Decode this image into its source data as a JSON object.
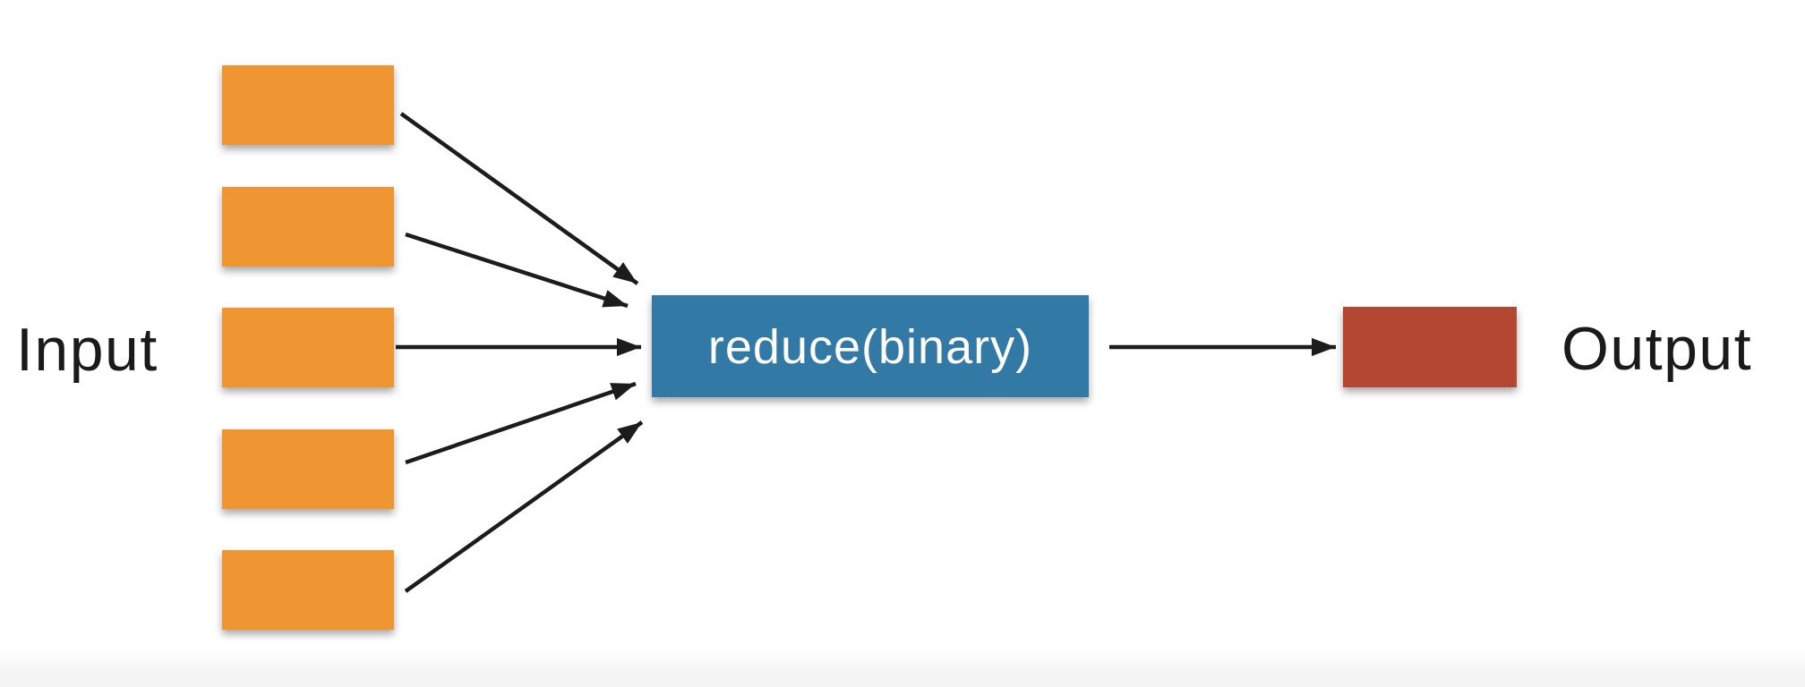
{
  "diagram": {
    "input_label": "Input",
    "process_label": "reduce(binary)",
    "output_label": "Output",
    "input_box_count": 5
  },
  "colors": {
    "input_box": "#EF9630",
    "process_box": "#3279A6",
    "output_box": "#B44733",
    "arrow": "#1C1C1C",
    "label_text": "#1A1A1A",
    "process_label_text": "#FFFFFF",
    "background": "#FFFFFF",
    "bottom_fade": "#F3F3F4"
  }
}
